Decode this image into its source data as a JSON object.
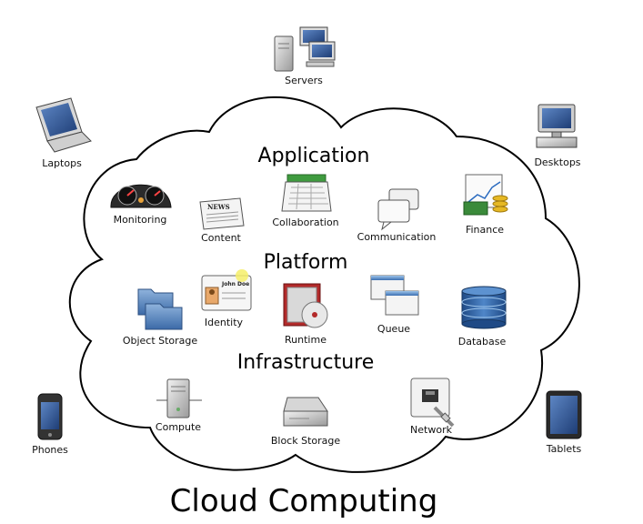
{
  "title": "Cloud Computing",
  "sections": {
    "application": "Application",
    "platform": "Platform",
    "infrastructure": "Infrastructure"
  },
  "devices": {
    "servers": "Servers",
    "laptops": "Laptops",
    "desktops": "Desktops",
    "phones": "Phones",
    "tablets": "Tablets"
  },
  "application_items": {
    "monitoring": "Monitoring",
    "content": "Content",
    "collaboration": "Collaboration",
    "communication": "Communication",
    "finance": "Finance"
  },
  "platform_items": {
    "object_storage": "Object Storage",
    "identity": "Identity",
    "runtime": "Runtime",
    "queue": "Queue",
    "database": "Database"
  },
  "infrastructure_items": {
    "compute": "Compute",
    "block_storage": "Block Storage",
    "network": "Network"
  },
  "icon_text": {
    "news": "NEWS",
    "id_name": "John Doe"
  }
}
